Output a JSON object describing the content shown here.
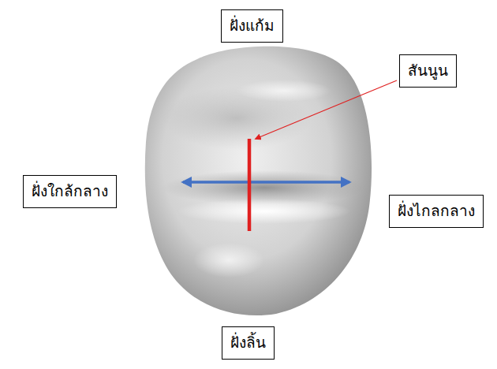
{
  "diagram": {
    "nodes": [
      {
        "text": [
          "ฝั่งแก้ม"
        ]
      },
      {
        "text": [
          "สันนูน"
        ]
      },
      {
        "text": [
          "ฝั่งใกล้กลาง"
        ]
      },
      {
        "text": [
          "ฝั่งไกลกลาง"
        ]
      },
      {
        "text": [
          "ฝั่งลิ้น"
        ]
      }
    ]
  }
}
